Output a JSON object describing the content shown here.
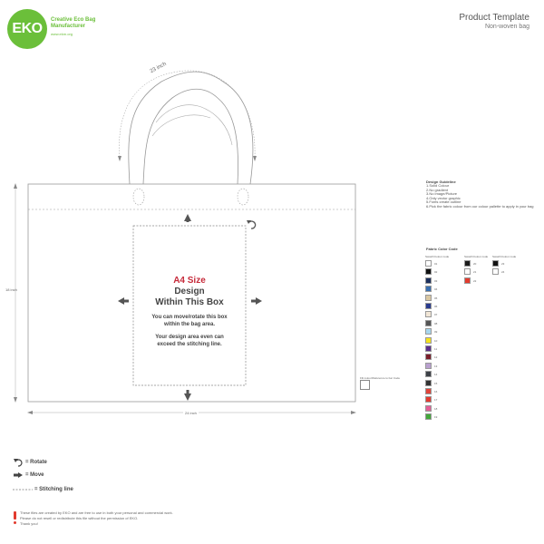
{
  "logo": {
    "mark": "EKO",
    "name_line1": "Creative Eco Bag",
    "name_line2": "Manufacturer",
    "url": "www.ekm.org"
  },
  "header": {
    "title": "Product Template",
    "subtitle": "Non-woven bag"
  },
  "handle": {
    "length_label": "23 inch"
  },
  "bag": {
    "height_label": "18 inch",
    "width_label": "24 inch"
  },
  "design_box": {
    "size_label": "A4 Size",
    "title_line1": "Design",
    "title_line2": "Within This Box",
    "note1_line1": "You can move/rotate this box",
    "note1_line2": "within the bag area.",
    "note2_line1": "Your design area even can",
    "note2_line2": "exceed the stitching line."
  },
  "guidelines": {
    "title": "Design Guideline",
    "items": [
      "1.Solid Colour",
      "2.No gradient",
      "3.No image/Picture",
      "4.Only vector graphic",
      "5.Fonts create outline",
      "6.Pick the fabric colour from our colour pallette to apply in your bag"
    ]
  },
  "fabric": {
    "title": "Fabric Color Code",
    "col_header_swatch": "Swatch",
    "col_header_code": "Colour code",
    "col1": [
      {
        "color": "#ffffff",
        "code": "01"
      },
      {
        "color": "#111111",
        "code": "02"
      },
      {
        "color": "#1c2f5c",
        "code": "03"
      },
      {
        "color": "#3a6fb0",
        "code": "04"
      },
      {
        "color": "#d9c7a2",
        "code": "05"
      },
      {
        "color": "#2a3c8f",
        "code": "06"
      },
      {
        "color": "#f1e6d6",
        "code": "07"
      },
      {
        "color": "#555555",
        "code": "08"
      },
      {
        "color": "#a7d6ef",
        "code": "09"
      },
      {
        "color": "#f5e21d",
        "code": "10"
      },
      {
        "color": "#5b2e8c",
        "code": "11"
      },
      {
        "color": "#7a1e2a",
        "code": "12"
      },
      {
        "color": "#b9a0cf",
        "code": "13"
      },
      {
        "color": "#3d4147",
        "code": "14"
      },
      {
        "color": "#333333",
        "code": "15"
      },
      {
        "color": "#e0443a",
        "code": "16"
      },
      {
        "color": "#e33b30",
        "code": "17"
      },
      {
        "color": "#e45f97",
        "code": "18"
      },
      {
        "color": "#43a83a",
        "code": "19"
      }
    ],
    "col2": [
      {
        "color": "#1a1a1a",
        "code": "20"
      },
      {
        "color": "#ffffff",
        "code": "21"
      },
      {
        "color": "#e33b2e",
        "code": "22"
      }
    ],
    "col3": [
      {
        "color": "#111111",
        "code": "23"
      },
      {
        "color": "#ffffff",
        "code": "24"
      }
    ]
  },
  "scale_label": "Fill colour/Reference to bar Code",
  "legend": {
    "rotate": "= Rotate",
    "move": "= Move",
    "stitching": "= Stitching line"
  },
  "footer": {
    "line1": "These files are created by EKO and are free to use in both your personal and commercial work.",
    "line2": "Please do not resell or redistribute this file without the permission of EKO.",
    "line3": "Thank you!"
  },
  "icons": {
    "rotate": "rotate-icon",
    "move": "move-arrow-icon",
    "stitch": "stitching-line-icon"
  },
  "colors": {
    "brand_green": "#6bbf3a",
    "accent_red": "#c62a3a"
  }
}
